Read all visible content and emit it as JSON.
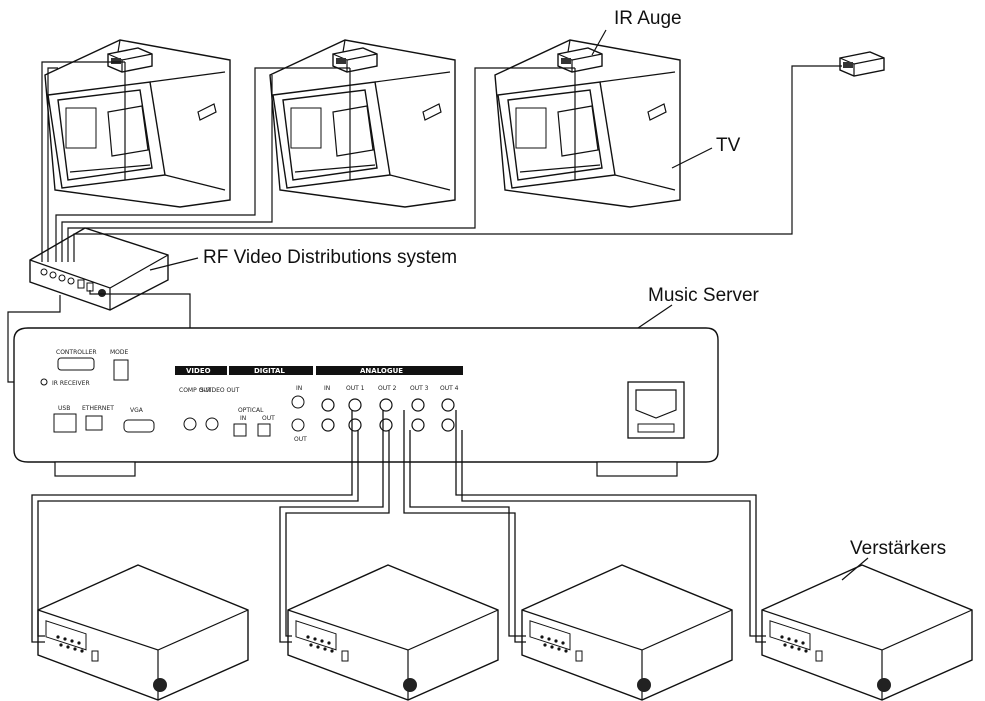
{
  "labels": {
    "ir_eye": "IR Auge",
    "tv": "TV",
    "rf_system": "RF Video Distributions system",
    "music_server": "Music Server",
    "amplifiers": "Verstärkers"
  },
  "panel": {
    "section_video": "VIDEO",
    "section_digital": "DIGITAL",
    "section_analogue": "ANALOGUE",
    "out1": "OUT 1",
    "out2": "OUT 2",
    "out3": "OUT 3",
    "out4": "OUT 4",
    "in_label": "IN",
    "optical": "OPTICAL",
    "opt_in": "IN",
    "opt_out": "OUT",
    "coax_in": "IN",
    "coax_out": "OUT",
    "usb": "USB",
    "ethernet": "ETHERNET",
    "vga": "VGA",
    "controller": "CONTROLLER",
    "mode": "MODE",
    "ir_receiver": "IR RECEIVER",
    "video_left": "COMP OUT",
    "video_right": "S-VIDEO OUT"
  }
}
